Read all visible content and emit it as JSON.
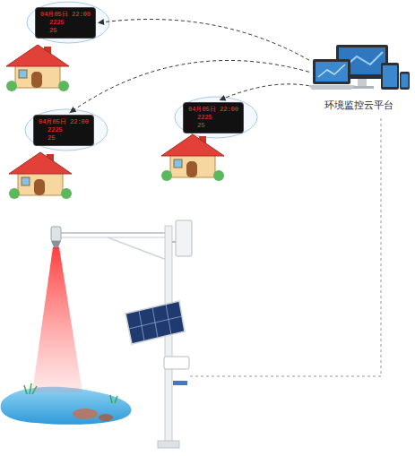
{
  "diagram": {
    "nodes": [
      {
        "text": [
          "环境监控云平台"
        ]
      },
      {
        "text": [
          "04月05日 22:00",
          "2225",
          "25"
        ]
      },
      {
        "text": [
          "04月05日 22:00",
          "2225",
          "25"
        ]
      },
      {
        "text": [
          "04月05日 22:00",
          "2225",
          "25"
        ]
      }
    ],
    "edges": [
      {
        "from": 0,
        "to": 1,
        "arrow": "to"
      },
      {
        "from": 0,
        "to": 2,
        "arrow": "to"
      },
      {
        "from": 0,
        "to": 3,
        "arrow": "to"
      }
    ]
  }
}
